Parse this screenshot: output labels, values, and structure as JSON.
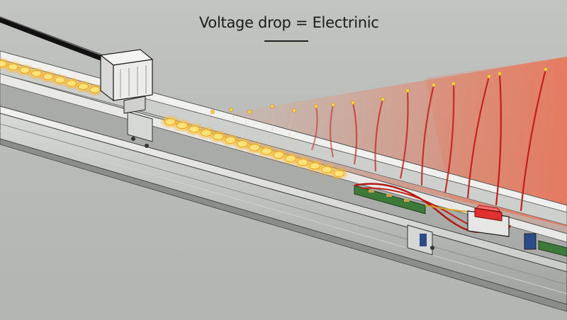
{
  "headline": {
    "text": "Voltage drop = Electrinic"
  },
  "illustration": {
    "subject": "led-strip-in-aluminum-channel",
    "colors": {
      "background": "#b9bbb8",
      "led_glow": "#ffb21e",
      "led_core": "#ffe37a",
      "wire": "#c0201a",
      "heat_haze": "#f07858",
      "pcb": "#3d7a3a",
      "switch": "#e03030"
    },
    "led_brightness_trend": "decreasing-left-to-right"
  }
}
